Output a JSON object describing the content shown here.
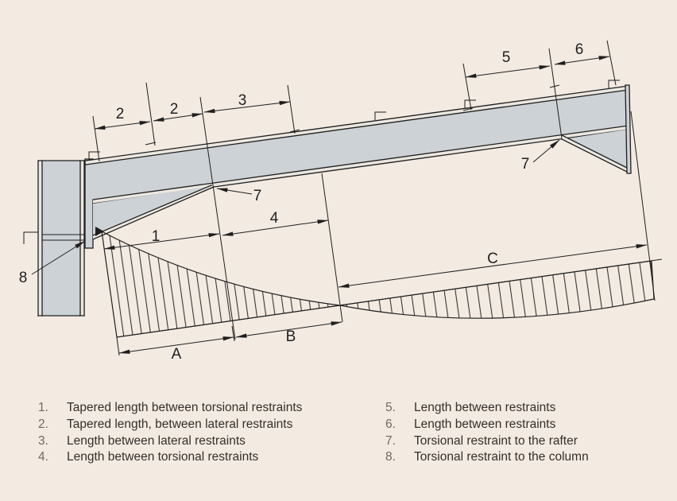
{
  "figure": {
    "title_hint": "Restraints to a portal frame rafter and bending moment diagram",
    "colors": {
      "background": "#f3eae1",
      "steel_fill": "#ccd2d5",
      "flange_band": "#ebe7e0",
      "line": "#1f1f1f",
      "legend_number": "#6f6a64",
      "legend_text": "#35302b"
    },
    "dim_labels": {
      "one": "1",
      "two_a": "2",
      "two_b": "2",
      "three": "3",
      "four": "4",
      "five": "5",
      "six": "6",
      "seven_rafter": "7",
      "seven_apex": "7",
      "eight": "8",
      "a": "A",
      "b": "B",
      "c": "C"
    }
  },
  "legend": {
    "left": [
      {
        "num": "1.",
        "text": "Tapered length between torsional restraints"
      },
      {
        "num": "2.",
        "text": "Tapered length, between lateral restraints"
      },
      {
        "num": "3.",
        "text": "Length between lateral restraints"
      },
      {
        "num": "4.",
        "text": "Length between torsional restraints"
      }
    ],
    "right": [
      {
        "num": "5.",
        "text": "Length between restraints"
      },
      {
        "num": "6.",
        "text": "Length between restraints"
      },
      {
        "num": "7.",
        "text": "Torsional restraint to the rafter"
      },
      {
        "num": "8.",
        "text": "Torsional restraint to the column"
      }
    ]
  }
}
